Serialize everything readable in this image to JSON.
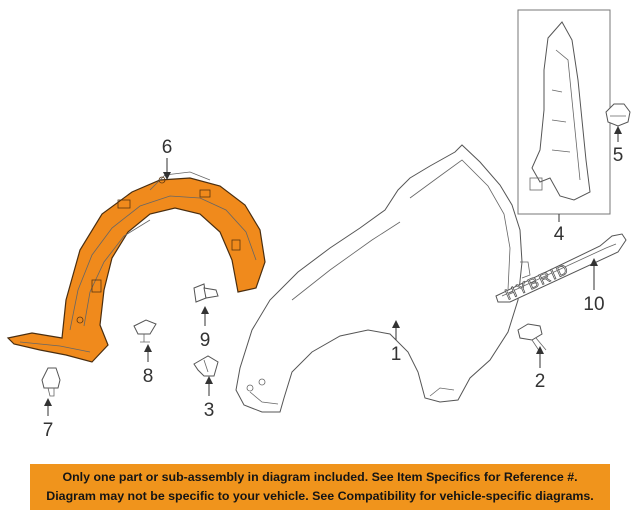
{
  "callouts": [
    {
      "number": "1",
      "part": "fender"
    },
    {
      "number": "2",
      "part": "bolt"
    },
    {
      "number": "3",
      "part": "retainer-clip"
    },
    {
      "number": "4",
      "part": "fender-bracket"
    },
    {
      "number": "5",
      "part": "clip"
    },
    {
      "number": "6",
      "part": "fender-liner"
    },
    {
      "number": "7",
      "part": "push-clip"
    },
    {
      "number": "8",
      "part": "screw-clip"
    },
    {
      "number": "9",
      "part": "fastener"
    },
    {
      "number": "10",
      "part": "hybrid-emblem"
    }
  ],
  "emblem_text": "HYBRID",
  "highlight_color": "#f08a1c",
  "notice": {
    "line1": "Only one part or sub-assembly in diagram included. See Item Specifics for Reference #.",
    "line2": "Diagram may not be specific to your vehicle. See Compatibility for vehicle-specific diagrams.",
    "background": "#f0941c"
  }
}
